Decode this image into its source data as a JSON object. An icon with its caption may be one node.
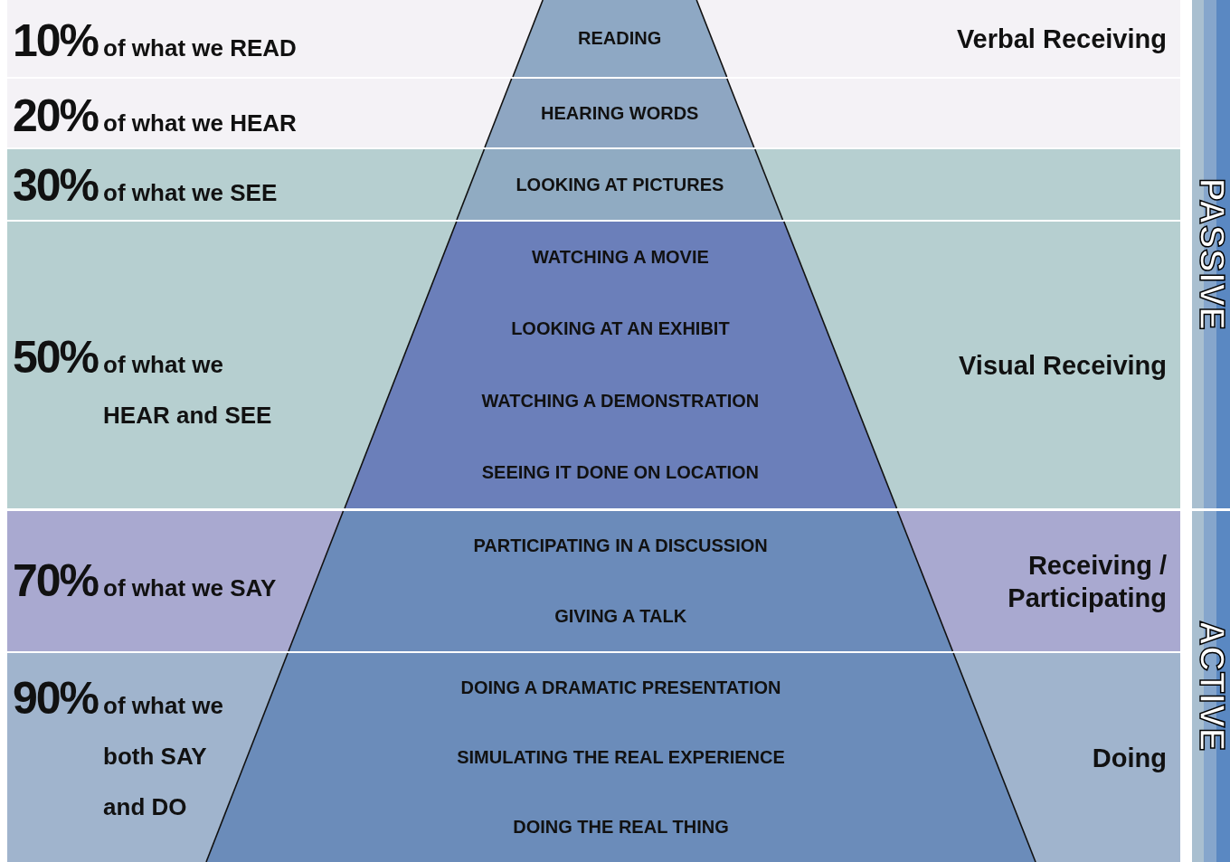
{
  "diagram": {
    "nodes": [
      {
        "text": [
          "10%",
          "of what we READ",
          "Verbal Receiving"
        ]
      },
      {
        "text": [
          "READING"
        ],
        "in": 0
      },
      {
        "text": [
          "20%",
          "of what we HEAR"
        ]
      },
      {
        "text": [
          "HEARING WORDS"
        ],
        "in": 2
      },
      {
        "text": [
          "30%",
          "of what we SEE"
        ]
      },
      {
        "text": [
          "LOOKING AT PICTURES"
        ],
        "in": 4
      },
      {
        "text": [
          "50%",
          "of what we HEAR and SEE",
          "Visual Receiving"
        ]
      },
      {
        "text": [
          "WATCHING A MOVIE",
          "LOOKING AT AN EXHIBIT",
          "WATCHING A DEMONSTRATION",
          "SEEING IT DONE ON LOCATION"
        ],
        "in": 6
      },
      {
        "text": [
          "70%",
          "of what we SAY",
          "Receiving / Participating"
        ]
      },
      {
        "text": [
          "PARTICIPATING IN A DISCUSSION",
          "GIVING A TALK"
        ],
        "in": 8
      },
      {
        "text": [
          "90%",
          "of what we both SAY and DO",
          "Doing"
        ]
      },
      {
        "text": [
          "DOING A DRAMATIC PRESENTATION",
          "SIMULATING THE REAL EXPERIENCE",
          "DOING THE REAL THING"
        ],
        "in": 10
      },
      {
        "text": [
          "PASSIVE"
        ]
      },
      {
        "text": [
          "ACTIVE"
        ]
      }
    ]
  }
}
